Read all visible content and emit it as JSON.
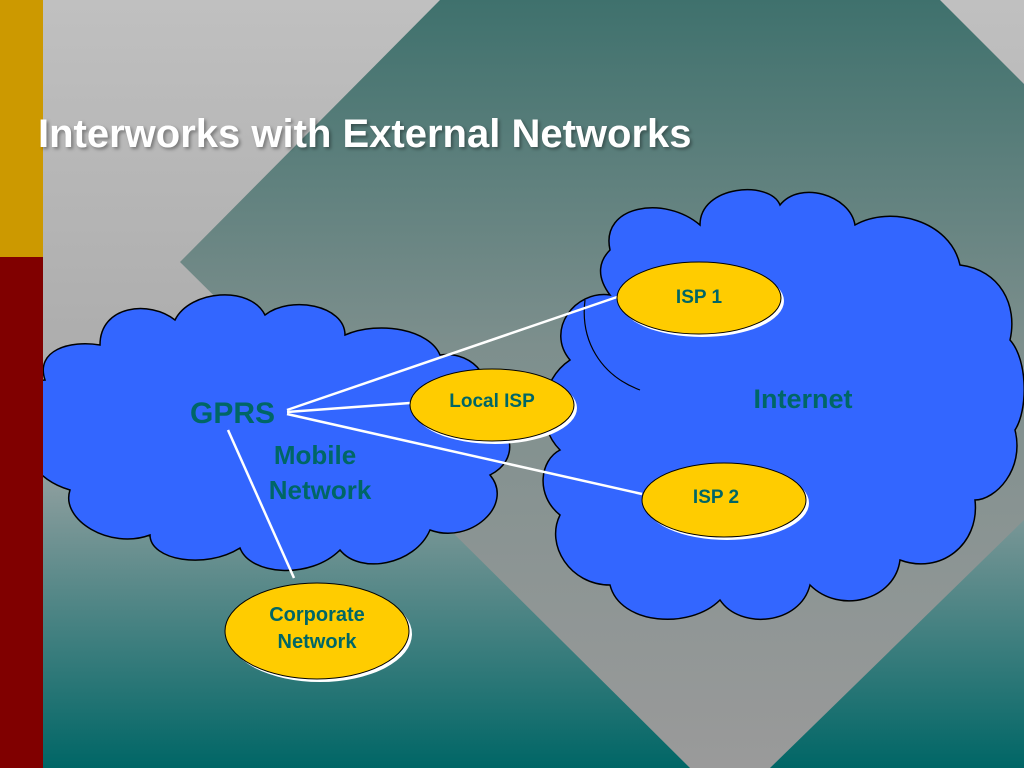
{
  "slide": {
    "title": "Interworks with External Networks"
  },
  "colors": {
    "background_top": "#c0c0c0",
    "background_bottom": "#006666",
    "diamond": "#4a7a76",
    "side_bar_gold": "#cc9900",
    "side_bar_red": "#800000",
    "cloud_fill": "#3366ff",
    "oval_fill": "#ffcc00",
    "label_text": "#006666",
    "connector_line": "#ffffff"
  },
  "diagram": {
    "gprs_cloud": {
      "label_gprs": "GPRS",
      "label_mobile": "Mobile",
      "label_network": "Network"
    },
    "internet_cloud": {
      "label": "Internet"
    },
    "nodes": {
      "isp1": "ISP 1",
      "local_isp": "Local ISP",
      "isp2": "ISP 2",
      "corporate_line1": "Corporate",
      "corporate_line2": "Network"
    },
    "connections": [
      [
        "gprs",
        "isp1"
      ],
      [
        "gprs",
        "local_isp"
      ],
      [
        "gprs",
        "isp2"
      ],
      [
        "gprs",
        "corporate_network"
      ]
    ]
  }
}
